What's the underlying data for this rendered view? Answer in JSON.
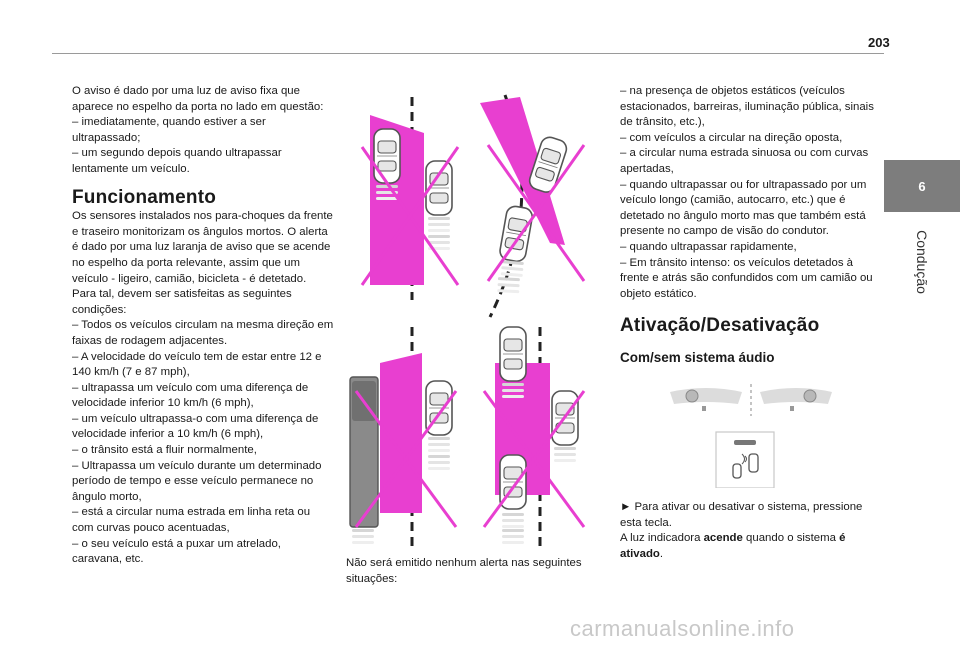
{
  "page": {
    "number": "203",
    "chapter_number": "6",
    "chapter_title": "Condução"
  },
  "col1": {
    "intro": "O aviso é dado por uma luz de aviso fixa que aparece no espelho da porta no lado em questão:",
    "intro_items": [
      "– imediatamente, quando estiver a ser ultrapassado;",
      "– um segundo depois quando ultrapassar lentamente um veículo."
    ],
    "heading": "Funcionamento",
    "para1": "Os sensores instalados nos para-choques da frente e traseiro monitorizam os ângulos mortos. O alerta é dado por uma luz laranja de aviso que se acende no espelho da porta relevante, assim que um veículo - ligeiro, camião, bicicleta - é detetado.",
    "para2": "Para tal, devem ser satisfeitas as seguintes condições:",
    "conditions": [
      "– Todos os veículos circulam na mesma direção em faixas de rodagem adjacentes.",
      "– A velocidade do veículo tem de estar entre 12 e 140 km/h (7 e 87 mph),",
      "– ultrapassa um veículo com uma diferença de velocidade inferior 10 km/h (6 mph),",
      "– um veículo ultrapassa-o com uma diferença de velocidade inferior a 10 km/h (6 mph),",
      "– o trânsito está a fluir normalmente,",
      "– Ultrapassa um veículo durante um determinado período de tempo e esse veículo permanece no ângulo morto,",
      "– está a circular numa estrada em linha reta ou com curvas pouco acentuadas,",
      "– o seu veículo está a puxar um atrelado, caravana, etc."
    ]
  },
  "col2": {
    "caption": "Não será emitido nenhum alerta nas seguintes situações:"
  },
  "col3": {
    "items": [
      "– na presença de objetos estáticos (veículos estacionados, barreiras, iluminação pública, sinais de trânsito, etc.),",
      "– com veículos a circular na direção oposta,",
      "– a circular numa estrada sinuosa ou com curvas apertadas,",
      "– quando ultrapassar ou for ultrapassado por um veículo longo (camião, autocarro, etc.) que é detetado no ângulo morto mas que também está presente no campo de visão do condutor.",
      "– quando ultrapassar rapidamente,",
      "– Em trânsito intenso: os veículos detetados à frente e atrás são confundidos com um camião ou objeto estático."
    ],
    "heading": "Ativação/Desativação",
    "subheading": "Com/sem sistema áudio",
    "instruction": "► Para ativar ou desativar o sistema, pressione esta tecla.",
    "indicator_prefix": "A luz indicadora ",
    "indicator_bold1": "acende",
    "indicator_mid": " quando o sistema ",
    "indicator_bold2": "é ativado",
    "indicator_suffix": "."
  },
  "watermark": "carmanualsonline.info",
  "colors": {
    "zone_magenta": "#e83fd0",
    "chapter_tab": "#7d7d7d",
    "rule": "#9a9a9a"
  }
}
